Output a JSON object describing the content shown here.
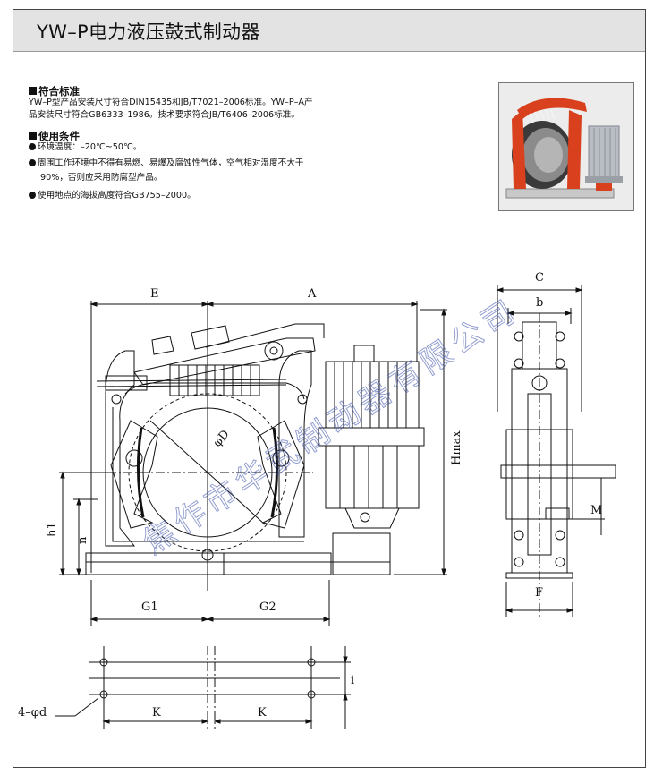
{
  "header": {
    "title": "YW–P电力液压鼓式制动器"
  },
  "standards": {
    "heading": "符合标准",
    "line1": "YW–P型产品安装尺寸符合DIN15435和JB/T7021–2006标准。YW–P–A产",
    "line2": "品安装尺寸符合GB6333–1986。技术要求符合JB/T6406–2006标准。"
  },
  "conditions": {
    "heading": "使用条件",
    "items": [
      "环境温度：–20℃~50℃。",
      "周围工作环境中不得有易燃、易爆及腐蚀性气体，空气相对湿度不大于",
      "使用地点的海拔高度符合GB755–2000。"
    ],
    "item2_cont": "90%，否则应采用防腐型产品。"
  },
  "photo": {
    "alt": "product-photo"
  },
  "drawing": {
    "labels": {
      "E": "E",
      "A": "A",
      "C": "C",
      "b": "b",
      "Hmax": "Hmax",
      "h1": "h1",
      "n": "n",
      "phiD": "φD",
      "G1": "G1",
      "G2": "G2",
      "M": "M",
      "F": "F",
      "K1": "K",
      "K2": "K",
      "i": "i",
      "holes": "4–φd"
    }
  },
  "watermark": {
    "text": "焦作市华武制动器有限公司"
  },
  "colors": {
    "header_bg": "#e3e3e3",
    "line": "#111111",
    "brake_red": "#d8401e",
    "thruster_grey": "#b9bec4",
    "watermark": "#3c50aa"
  }
}
